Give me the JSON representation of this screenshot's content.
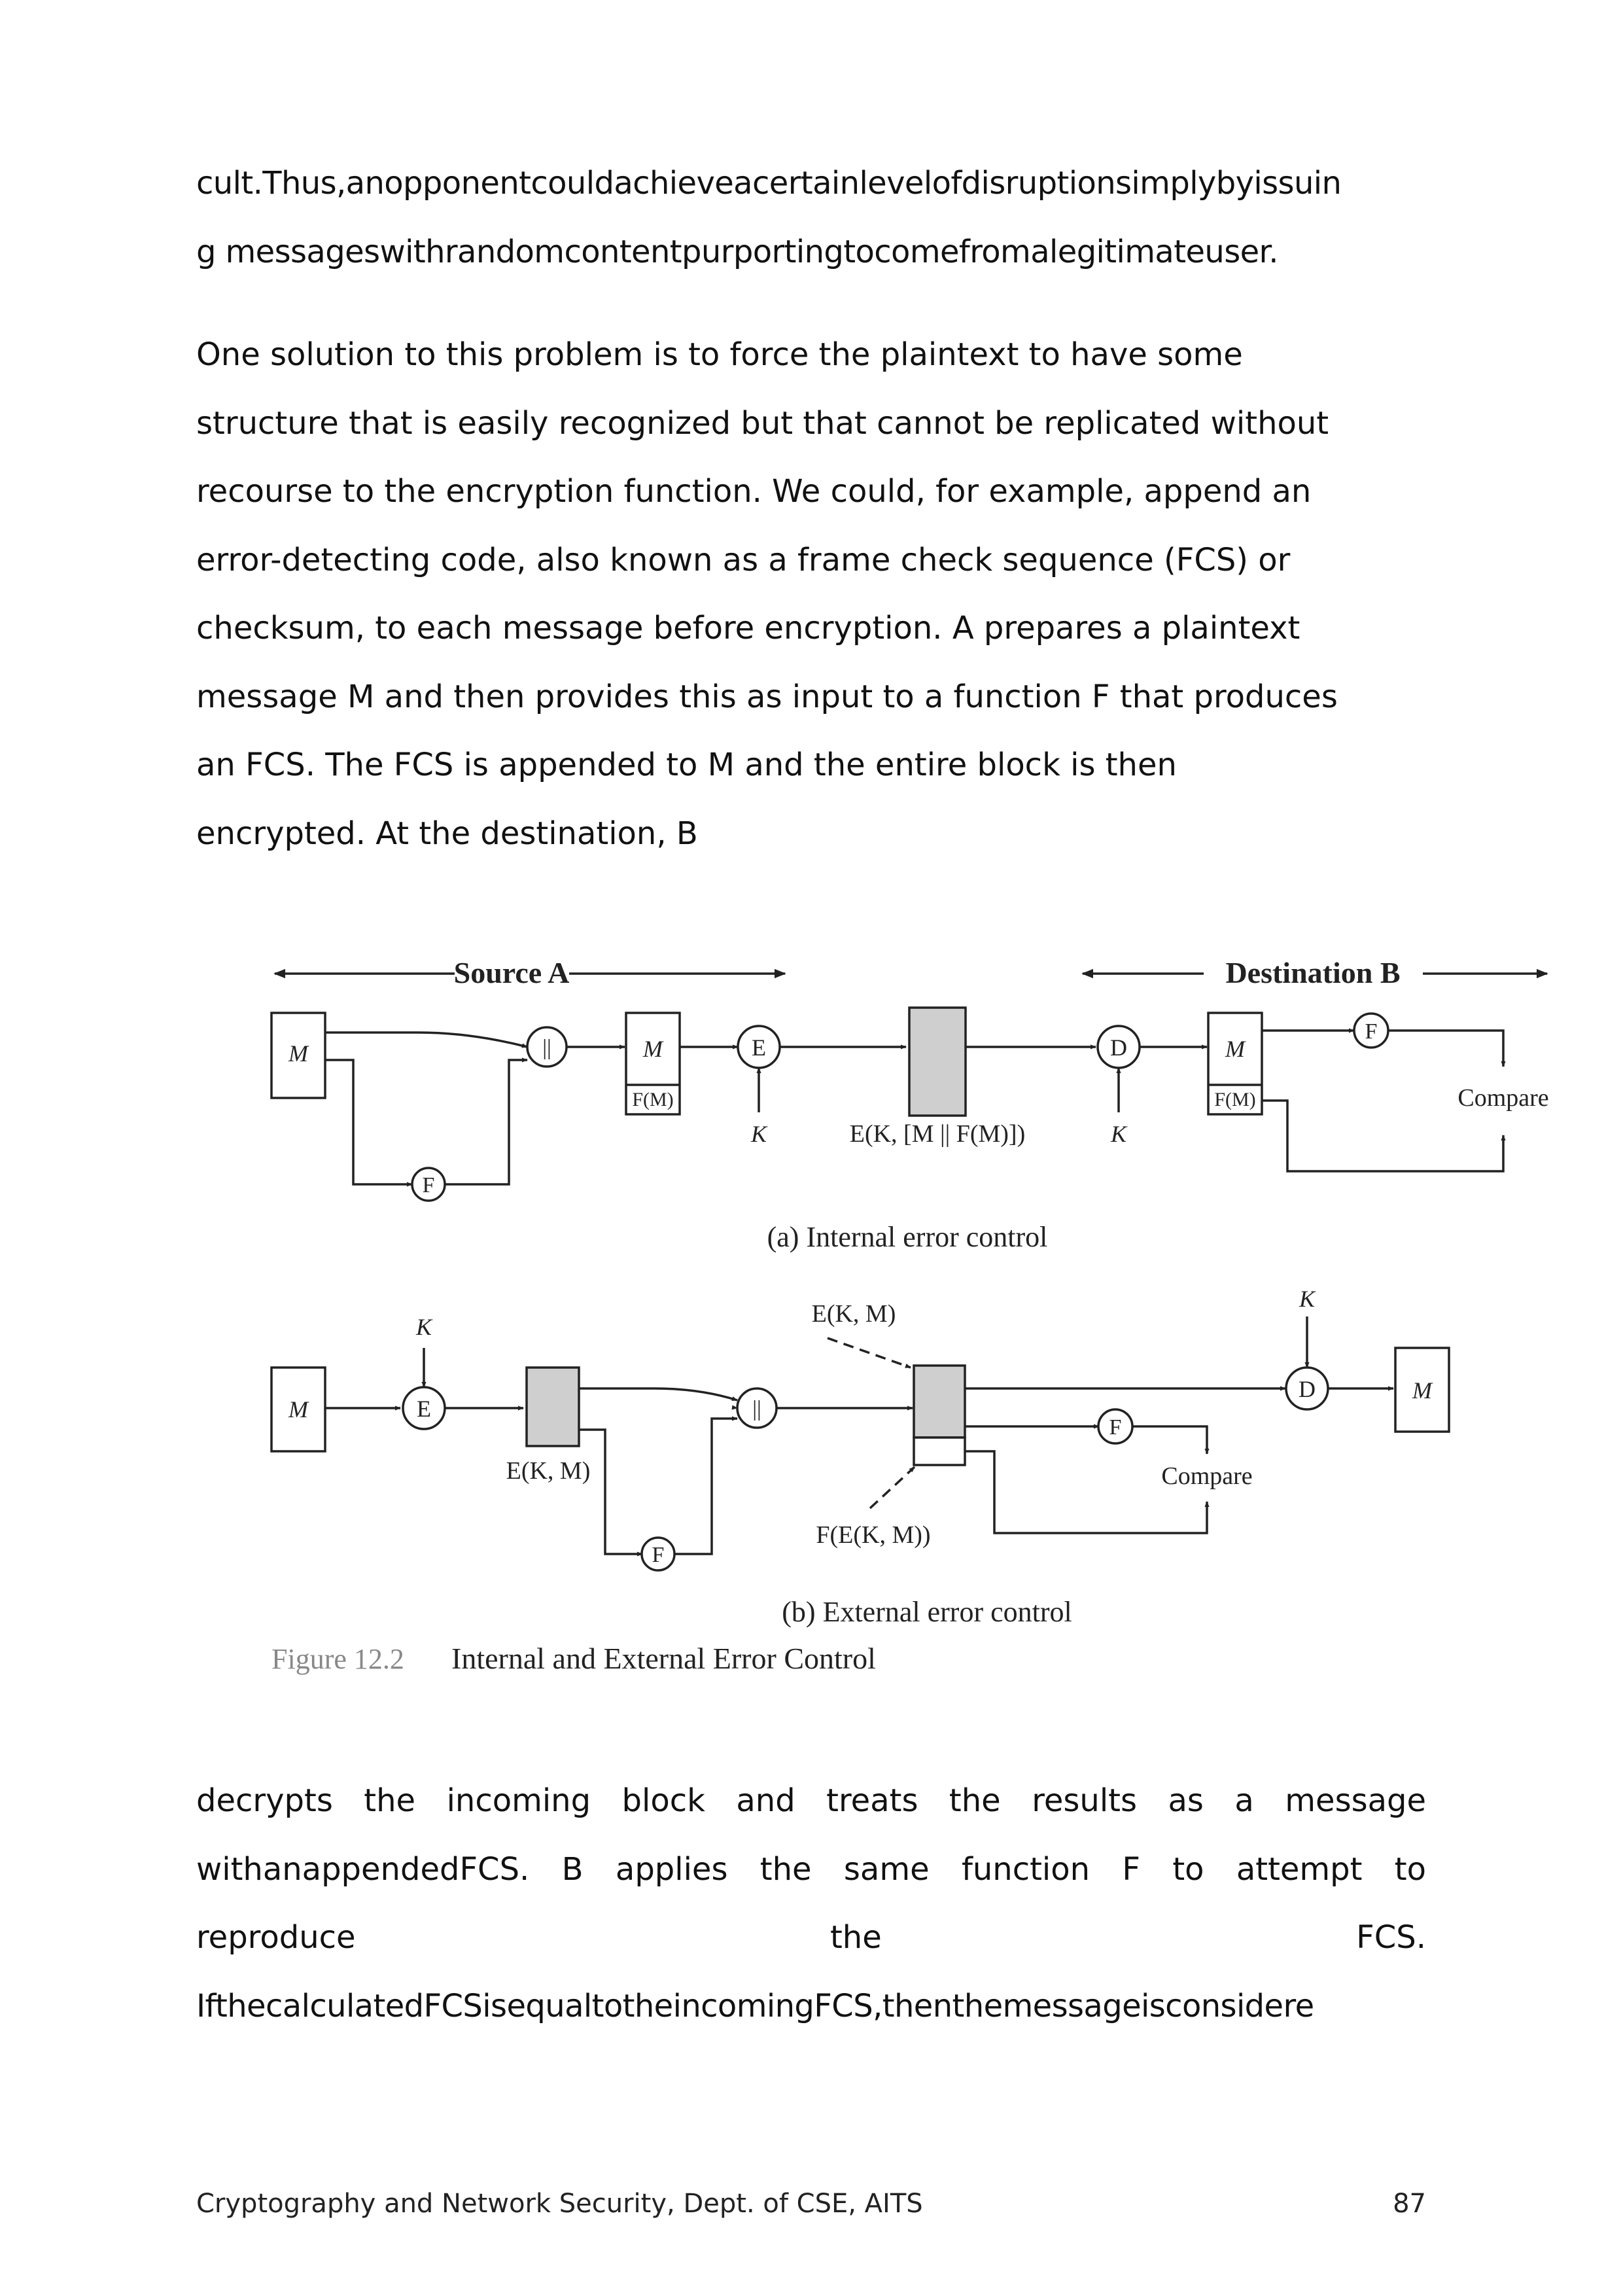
{
  "paragraph1": {
    "line1": "cult.Thus,anopponentcouldachieveacertainlevelofdisruptionsimplybyissuin",
    "line2": "g messageswithrandomcontentpurportingtocomefromalegitimateuser."
  },
  "paragraph2": {
    "line1": "One solution to this problem is to force the plaintext to have some",
    "line2": "structure that is easily recognized but that cannot be replicated without",
    "line3": "recourse to the encryption function. We could, for example, append an",
    "line4": "error-detecting code, also known as a frame check sequence (FCS) or",
    "line5": "checksum, to each message before encryption. A prepares a plaintext",
    "line6": "message M and then provides this as input to a function F that produces",
    "line7": "an FCS. The FCS is appended to  M  and  the  entire block is  then",
    "line8": "encrypted. At  the  destination, B"
  },
  "figure": {
    "source_label": "Source A",
    "destination_label": "Destination B",
    "concat_symbol": "||",
    "m": "M",
    "f": "F",
    "e": "E",
    "d": "D",
    "k": "K",
    "fm": "F(M)",
    "ek_mfm": "E(K, [M || F(M)])",
    "ekm": "E(K, M)",
    "fekm": "F(E(K, M))",
    "compare": "Compare",
    "caption_a": "(a) Internal error control",
    "caption_b": "(b) External error control",
    "figure_number": "Figure 12.2",
    "figure_title": "Internal and External Error Control"
  },
  "paragraph3": {
    "line1": "decrypts the incoming block and treats the results as a message",
    "line2": "withanappendedFCS. B applies the same function F to attempt to",
    "line3": "reproduce                               the                               FCS.",
    "line4": "IfthecalculatedFCSisequaltotheincomingFCS,thenthemessageisconsidere"
  },
  "footer": {
    "left": "Cryptography and Network Security, Dept. of CSE, AITS",
    "page_number": "87"
  },
  "colors": {
    "text": "#111111",
    "diagram_stroke": "#222222",
    "ciphertext_fill": "#cfcfcf",
    "figure_number": "#888888"
  }
}
